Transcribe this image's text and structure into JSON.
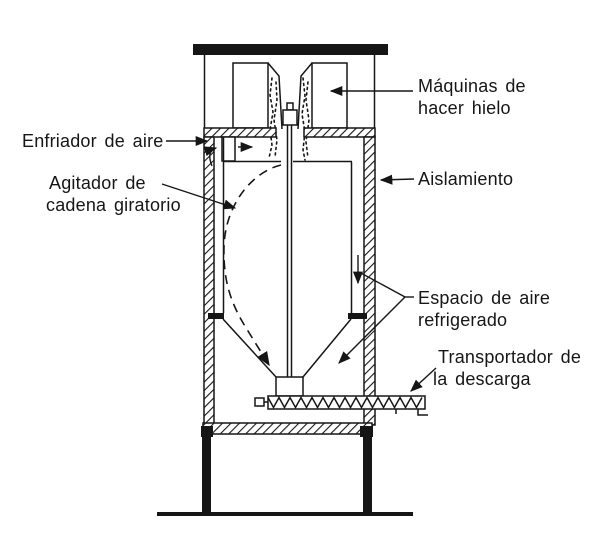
{
  "figure": {
    "description_labels": {
      "ice_machines_1": "Máquinas de",
      "ice_machines_2": "hacer hielo",
      "air_cooler": "Enfriador de aire",
      "agitator_1": "Agitador de",
      "agitator_2": "cadena giratorio",
      "insulation": "Aislamiento",
      "air_space_1": "Espacio de aire",
      "air_space_2": "refrigerado",
      "conveyor_1": "Transportador de",
      "conveyor_2": "la descarga"
    }
  },
  "colors": {
    "ink": "#161616",
    "background": "#ffffff"
  }
}
